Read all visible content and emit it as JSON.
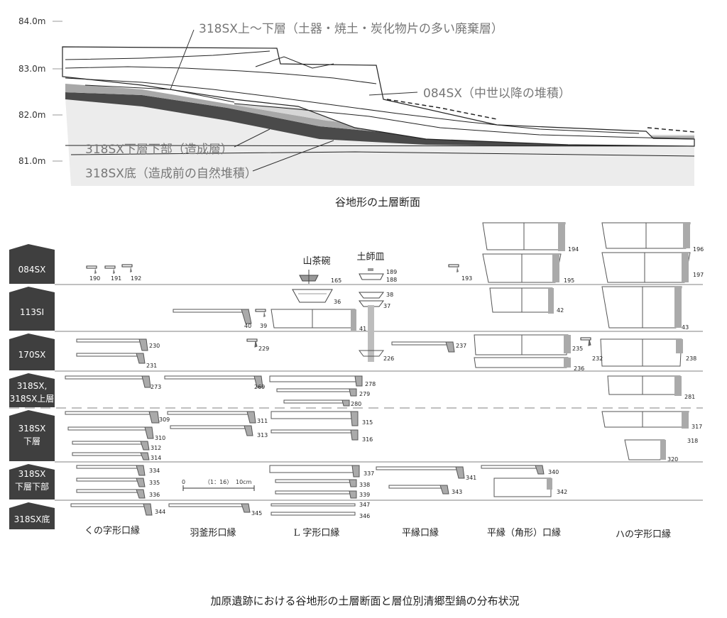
{
  "section": {
    "elevations": [
      "84.0m",
      "83.0m",
      "82.0m",
      "81.0m"
    ],
    "labels": {
      "upper_lower": "318SX上〜下層（土器・焼土・炭化物片の多い廃棄層）",
      "later": "084SX（中世以降の堆積）",
      "lower_lower": "318SX下層下部（造成層）",
      "bottom": "318SX底（造成前の自然堆積）"
    },
    "caption": "谷地形の土層断面"
  },
  "layers": [
    "084SX",
    "113SI",
    "170SX",
    "318SX,\n318SX上層",
    "318SX\n下層",
    "318SX\n下層下部",
    "318SX底"
  ],
  "types": {
    "labels": [
      "くの字形口縁",
      "羽釜形口縁",
      "L 字形口縁",
      "平縁口縁",
      "平縁（角形）口縁",
      "ハの字形口縁"
    ],
    "extra_labels": [
      "山茶碗",
      "土師皿"
    ]
  },
  "scale": {
    "start": "0",
    "ratio": "（1：16）",
    "end": "10cm"
  },
  "sherds": {
    "n190": "190",
    "n191": "191",
    "n192": "192",
    "n193": "193",
    "n194": "194",
    "n195": "195",
    "n196": "196",
    "n197": "197",
    "n165": "165",
    "n189": "189",
    "n188": "188",
    "n36": "36",
    "n38": "38",
    "n37": "37",
    "n40": "40",
    "n39": "39",
    "n41": "41",
    "n42": "42",
    "n43": "43",
    "n230": "230",
    "n231": "231",
    "n229": "229",
    "n226": "226",
    "n237": "237",
    "n235": "235",
    "n236": "236",
    "n232": "232",
    "n238": "238",
    "n273": "273",
    "n269": "269",
    "n278": "278",
    "n279": "279",
    "n280": "280",
    "n281": "281",
    "n309": "309",
    "n310": "310",
    "n312": "312",
    "n314": "314",
    "n311": "311",
    "n313": "313",
    "n315": "315",
    "n316": "316",
    "n317": "317",
    "n318": "318",
    "n320": "320",
    "n334": "334",
    "n335": "335",
    "n336": "336",
    "n337": "337",
    "n338": "338",
    "n339": "339",
    "n341": "341",
    "n343": "343",
    "n340": "340",
    "n342": "342",
    "n344": "344",
    "n345": "345",
    "n347": "347",
    "n346": "346"
  },
  "caption": "加原遺跡における谷地形の土層断面と層位別清郷型鍋の分布状況",
  "colors": {
    "band": "#3f3f3f",
    "layer_dark": "#4a4a4a",
    "layer_mid": "#a8a8a8",
    "layer_light": "#d6d6d6",
    "ground": "#ececec",
    "grid": "#9a9a9a"
  }
}
